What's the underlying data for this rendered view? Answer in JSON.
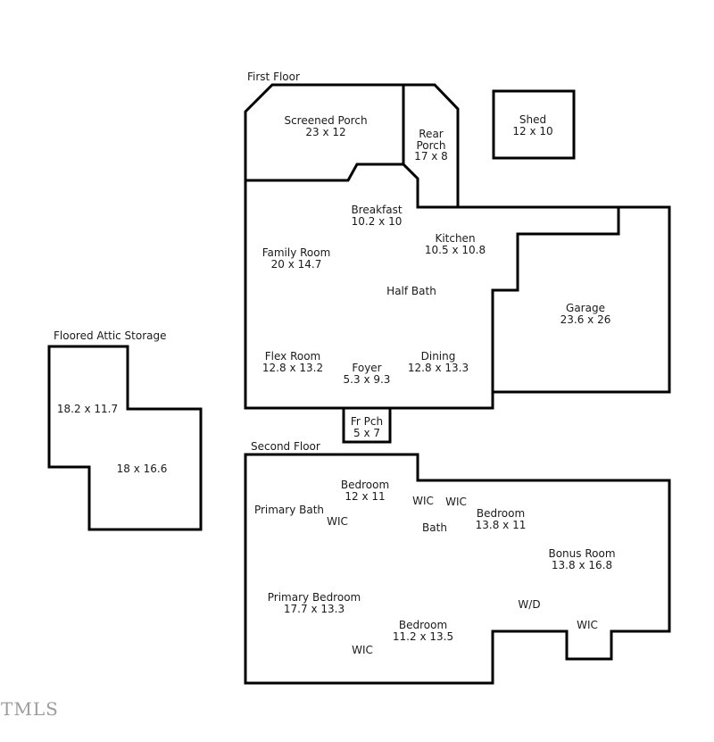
{
  "watermark": "TMLS",
  "first_floor": {
    "title": "First Floor",
    "rooms": {
      "screened_porch": {
        "name": "Screened Porch",
        "dims": "23 x 12"
      },
      "rear_porch": {
        "name": "Rear\nPorch",
        "dims": "17 x 8"
      },
      "shed": {
        "name": "Shed",
        "dims": "12 x 10"
      },
      "breakfast": {
        "name": "Breakfast",
        "dims": "10.2 x 10"
      },
      "kitchen": {
        "name": "Kitchen",
        "dims": "10.5 x 10.8"
      },
      "family_room": {
        "name": "Family Room",
        "dims": "20 x 14.7"
      },
      "half_bath": {
        "name": "Half Bath"
      },
      "garage": {
        "name": "Garage",
        "dims": "23.6 x 26"
      },
      "flex_room": {
        "name": "Flex Room",
        "dims": "12.8 x 13.2"
      },
      "foyer": {
        "name": "Foyer",
        "dims": "5.3 x 9.3"
      },
      "dining": {
        "name": "Dining",
        "dims": "12.8 x 13.3"
      },
      "front_porch": {
        "name": "Fr Pch",
        "dims": "5 x 7"
      }
    }
  },
  "attic": {
    "title": "Floored Attic Storage",
    "sections": {
      "upper": {
        "dims": "18.2 x 11.7"
      },
      "lower": {
        "dims": "18 x 16.6"
      }
    }
  },
  "second_floor": {
    "title": "Second Floor",
    "rooms": {
      "bedroom_1": {
        "name": "Bedroom",
        "dims": "12 x 11"
      },
      "wic_1": {
        "name": "WIC"
      },
      "wic_2": {
        "name": "WIC"
      },
      "primary_bath": {
        "name": "Primary Bath"
      },
      "wic_3": {
        "name": "WIC"
      },
      "bath": {
        "name": "Bath"
      },
      "bedroom_2": {
        "name": "Bedroom",
        "dims": "13.8 x 11"
      },
      "bonus_room": {
        "name": "Bonus Room",
        "dims": "13.8 x 16.8"
      },
      "wd": {
        "name": "W/D"
      },
      "wic_4": {
        "name": "WIC"
      },
      "primary_bedroom": {
        "name": "Primary Bedroom",
        "dims": "17.7 x 13.3"
      },
      "bedroom_3": {
        "name": "Bedroom",
        "dims": "11.2 x 13.5"
      },
      "wic_5": {
        "name": "WIC"
      }
    }
  }
}
